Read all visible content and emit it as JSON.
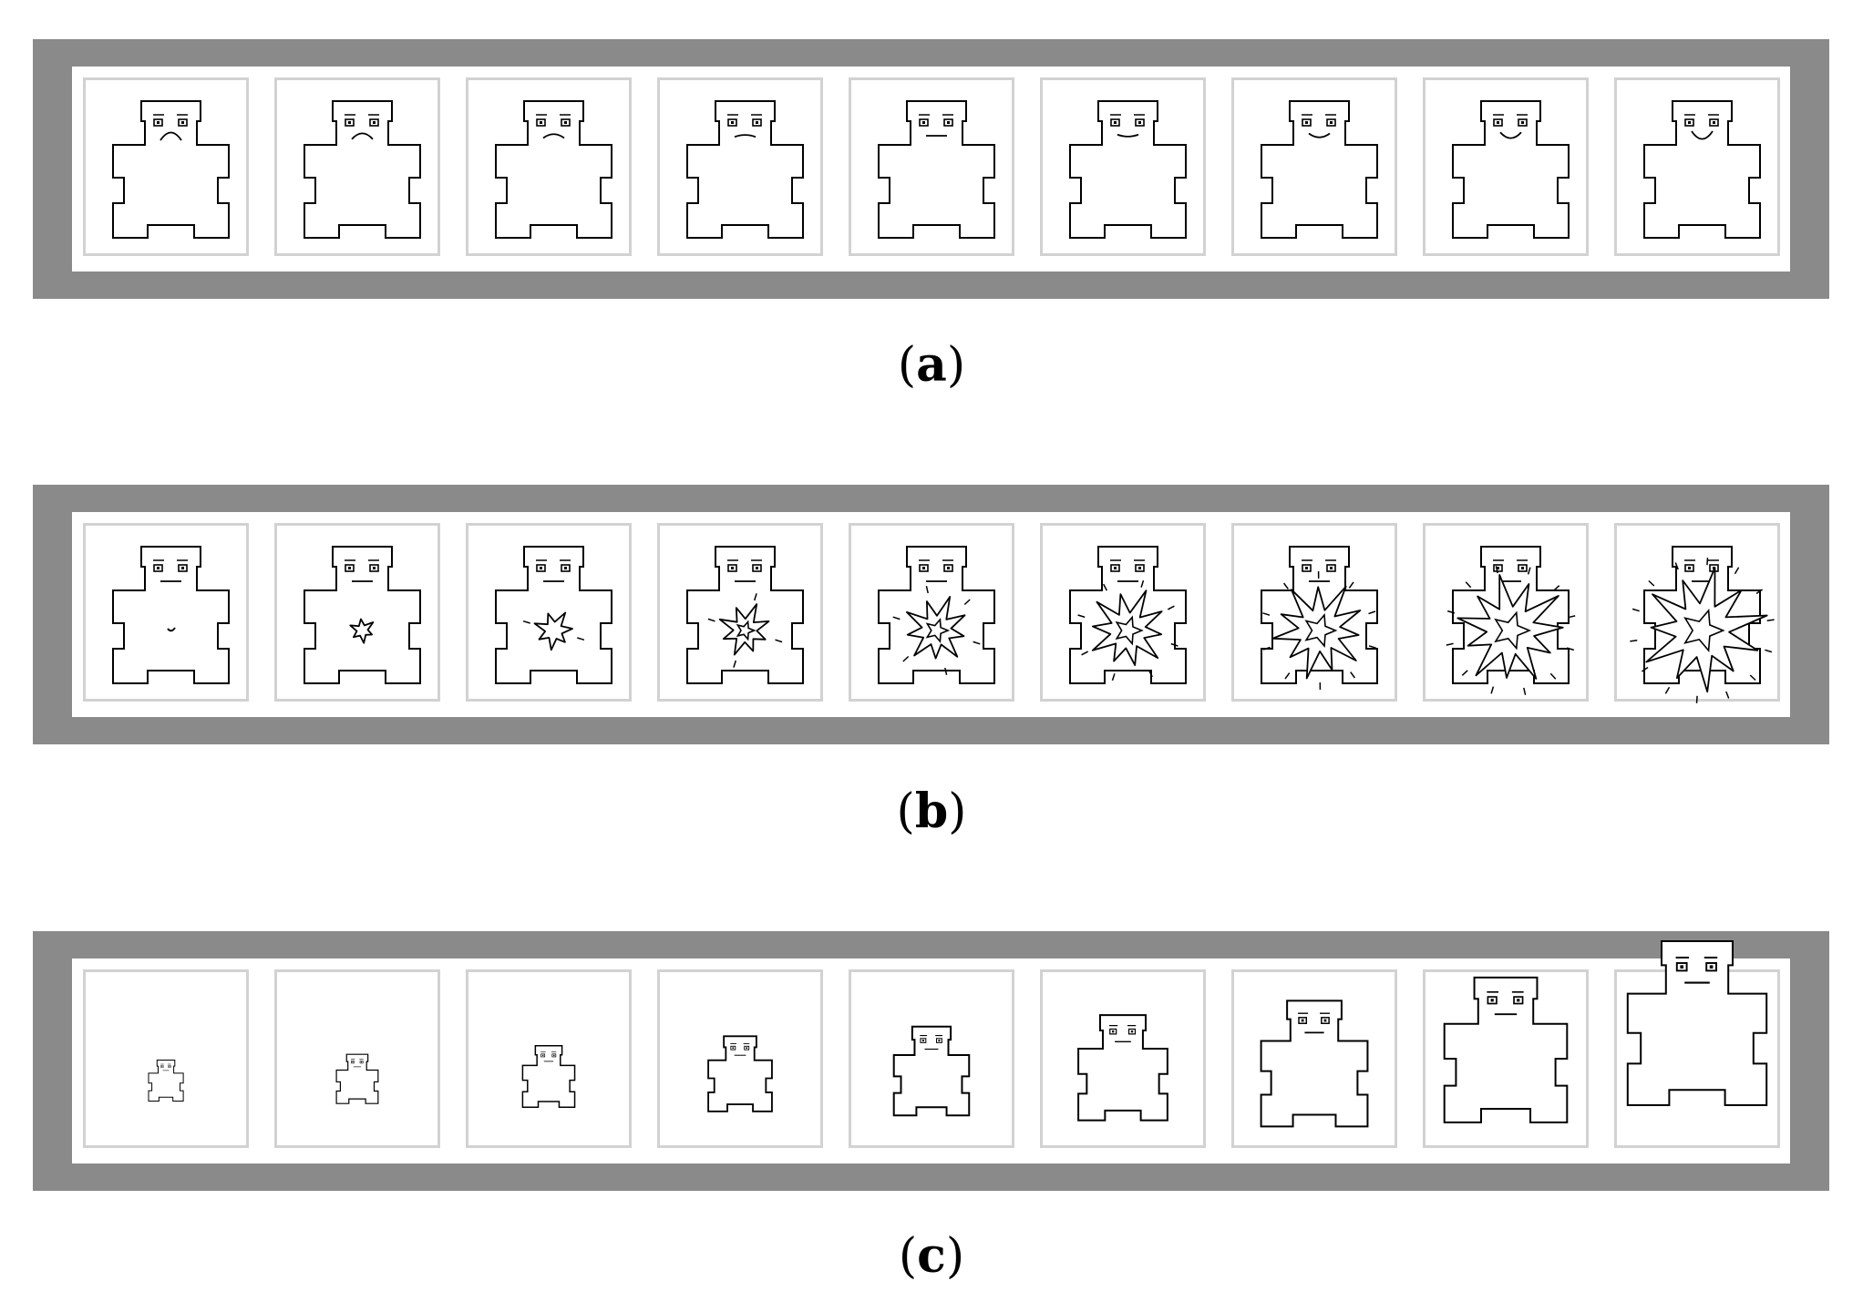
{
  "figure": {
    "panels": [
      {
        "id": "a",
        "caption_open": "(",
        "caption_letter": "a",
        "caption_close": ")",
        "variation": "mouth-expression",
        "figure_count": 9
      },
      {
        "id": "b",
        "caption_open": "(",
        "caption_letter": "b",
        "caption_close": ")",
        "variation": "body-burst",
        "figure_count": 9
      },
      {
        "id": "c",
        "caption_open": "(",
        "caption_letter": "c",
        "caption_close": ")",
        "variation": "figure-size",
        "figure_count": 9
      }
    ],
    "colors": {
      "frame": "#8a8a8a",
      "cell_border": "#d2d2d2",
      "stroke": "#000000"
    },
    "levels": {
      "mouth_curve": [
        -1,
        -0.75,
        -0.5,
        -0.25,
        0,
        0.25,
        0.5,
        0.75,
        1
      ],
      "burst_intensity": [
        0,
        1,
        2,
        3,
        4,
        5,
        6,
        7,
        8
      ],
      "size_scale": [
        0.3,
        0.36,
        0.45,
        0.55,
        0.65,
        0.77,
        0.92,
        1.06,
        1.2
      ]
    }
  }
}
